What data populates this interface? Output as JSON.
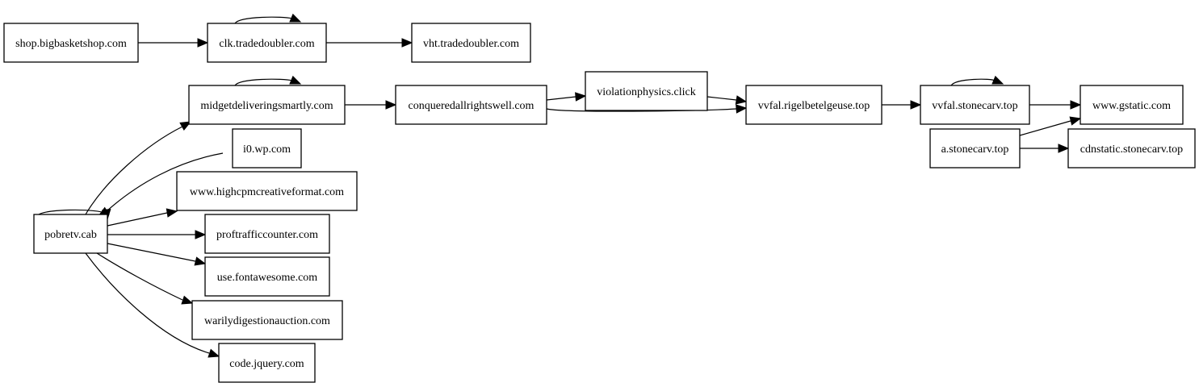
{
  "graph": {
    "nodes": [
      {
        "id": "shop",
        "label": "shop.bigbasketshop.com"
      },
      {
        "id": "clk",
        "label": "clk.tradedoubler.com"
      },
      {
        "id": "vht",
        "label": "vht.tradedoubler.com"
      },
      {
        "id": "midget",
        "label": "midgetdeliveringsmartly.com"
      },
      {
        "id": "conquer",
        "label": "conqueredallrightswell.com"
      },
      {
        "id": "violation",
        "label": "violationphysics.click"
      },
      {
        "id": "vvfal_rigel",
        "label": "vvfal.rigelbetelgeuse.top"
      },
      {
        "id": "vvfal_stone",
        "label": "vvfal.stonecarv.top"
      },
      {
        "id": "gstatic",
        "label": "www.gstatic.com"
      },
      {
        "id": "astone",
        "label": "a.stonecarv.top"
      },
      {
        "id": "cdnstatic",
        "label": "cdnstatic.stonecarv.top"
      },
      {
        "id": "i0wp",
        "label": "i0.wp.com"
      },
      {
        "id": "highcpm",
        "label": "www.highcpmcreativeformat.com"
      },
      {
        "id": "pobretv",
        "label": "pobretv.cab"
      },
      {
        "id": "proftraffic",
        "label": "proftrafficcounter.com"
      },
      {
        "id": "fontawesome",
        "label": "use.fontawesome.com"
      },
      {
        "id": "warily",
        "label": "warilydigestionauction.com"
      },
      {
        "id": "jquery",
        "label": "code.jquery.com"
      }
    ],
    "edges": [
      {
        "from": "shop",
        "to": "clk"
      },
      {
        "from": "clk",
        "to": "clk"
      },
      {
        "from": "clk",
        "to": "vht"
      },
      {
        "from": "midget",
        "to": "midget"
      },
      {
        "from": "midget",
        "to": "conquer"
      },
      {
        "from": "conquer",
        "to": "violation"
      },
      {
        "from": "conquer",
        "to": "vvfal_rigel"
      },
      {
        "from": "violation",
        "to": "vvfal_rigel"
      },
      {
        "from": "vvfal_rigel",
        "to": "vvfal_stone"
      },
      {
        "from": "vvfal_stone",
        "to": "vvfal_stone"
      },
      {
        "from": "vvfal_stone",
        "to": "gstatic"
      },
      {
        "from": "astone",
        "to": "gstatic"
      },
      {
        "from": "astone",
        "to": "cdnstatic"
      },
      {
        "from": "pobretv",
        "to": "pobretv"
      },
      {
        "from": "pobretv",
        "to": "midget"
      },
      {
        "from": "i0wp",
        "to": "pobretv"
      },
      {
        "from": "pobretv",
        "to": "highcpm"
      },
      {
        "from": "pobretv",
        "to": "proftraffic"
      },
      {
        "from": "pobretv",
        "to": "fontawesome"
      },
      {
        "from": "pobretv",
        "to": "warily"
      },
      {
        "from": "pobretv",
        "to": "jquery"
      }
    ]
  }
}
